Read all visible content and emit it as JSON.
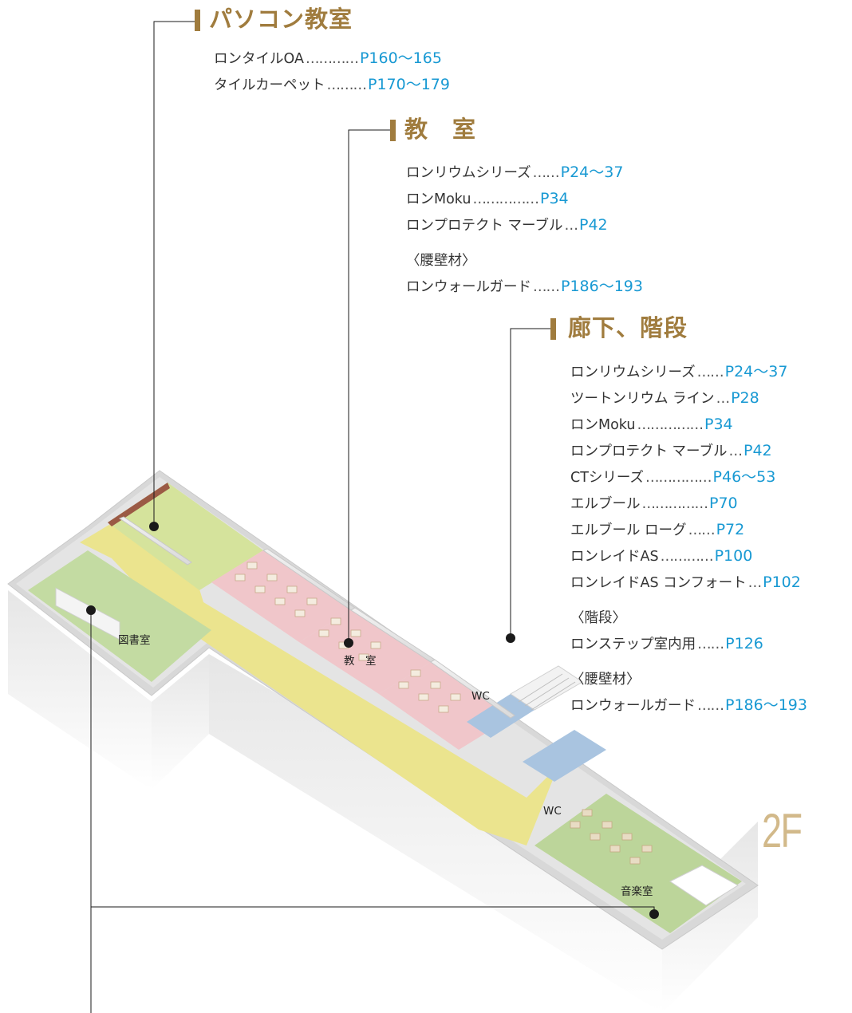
{
  "floor_label": "2F",
  "colors": {
    "title": "#a07c3e",
    "page_ref": "#1899d3",
    "floor_label": "#d2b98a",
    "corridor_floor": "#ebe48e",
    "classroom_floor": "#f0c6ca",
    "green_floor": "#bcd59a",
    "wc_floor": "#a9c4e0"
  },
  "sections": [
    {
      "title": "パソコン教室",
      "items": [
        {
          "label": "ロンタイルOA",
          "leader": "…………",
          "page": "P160〜165"
        },
        {
          "label": "タイルカーペット",
          "leader": "………",
          "page": "P170〜179"
        }
      ]
    },
    {
      "title": "教　室",
      "items": [
        {
          "label": "ロンリウムシリーズ",
          "leader": "……",
          "page": "P24〜37"
        },
        {
          "label": "ロンMoku",
          "leader": "……………",
          "page": "P34"
        },
        {
          "label": "ロンプロテクト マーブル",
          "leader": "…",
          "page": "P42"
        }
      ],
      "sub_heading": "〈腰壁材〉",
      "sub_items": [
        {
          "label": "ロンウォールガード",
          "leader": "……",
          "page": "P186〜193"
        }
      ]
    },
    {
      "title": "廊下、階段",
      "items": [
        {
          "label": "ロンリウムシリーズ",
          "leader": "……",
          "page": "P24〜37"
        },
        {
          "label": "ツートンリウム ライン",
          "leader": "…",
          "page": "P28"
        },
        {
          "label": "ロンMoku",
          "leader": "……………",
          "page": "P34"
        },
        {
          "label": "ロンプロテクト マーブル",
          "leader": "…",
          "page": "P42"
        },
        {
          "label": "CTシリーズ",
          "leader": "……………",
          "page": "P46〜53"
        },
        {
          "label": "エルブール",
          "leader": "……………",
          "page": "P70"
        },
        {
          "label": "エルブール ローグ",
          "leader": "……",
          "page": "P72"
        },
        {
          "label": "ロンレイドAS",
          "leader": "…………",
          "page": "P100"
        },
        {
          "label": "ロンレイドAS コンフォート",
          "leader": "…",
          "page": "P102"
        }
      ],
      "sub_heading": "〈階段〉",
      "sub_items": [
        {
          "label": "ロンステップ室内用",
          "leader": "……",
          "page": "P126"
        }
      ],
      "sub_heading_2": "〈腰壁材〉",
      "sub_items_2": [
        {
          "label": "ロンウォールガード",
          "leader": "……",
          "page": "P186〜193"
        }
      ]
    }
  ],
  "rooms": {
    "library": "図書室",
    "classroom": "教　室",
    "wc_upper": "WC",
    "wc_lower": "WC",
    "music": "音楽室"
  }
}
